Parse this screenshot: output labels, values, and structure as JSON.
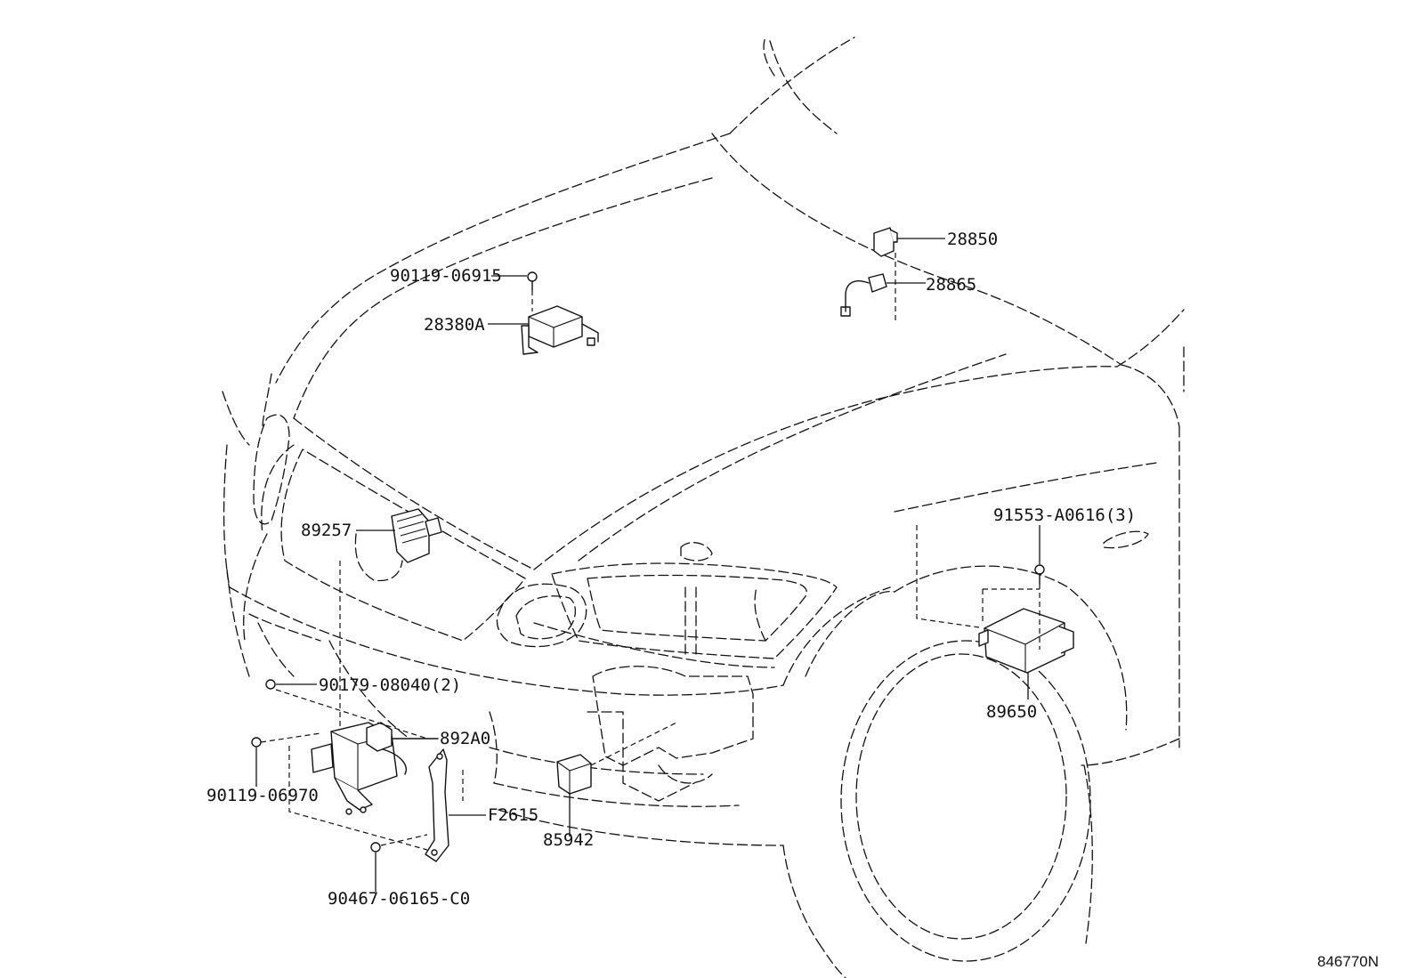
{
  "callouts": {
    "p28850": "28850",
    "p28865": "28865",
    "p90119_06915": "90119-06915",
    "p28380A": "28380A",
    "p89257": "89257",
    "p91553": "91553-A0616(3)",
    "p89650": "89650",
    "p90179": "90179-08040(2)",
    "p892A0": "892A0",
    "p90119_06970": "90119-06970",
    "pF2615": "F2615",
    "p85942": "85942",
    "p90467": "90467-06165-C0"
  },
  "figure_number": "846770N"
}
